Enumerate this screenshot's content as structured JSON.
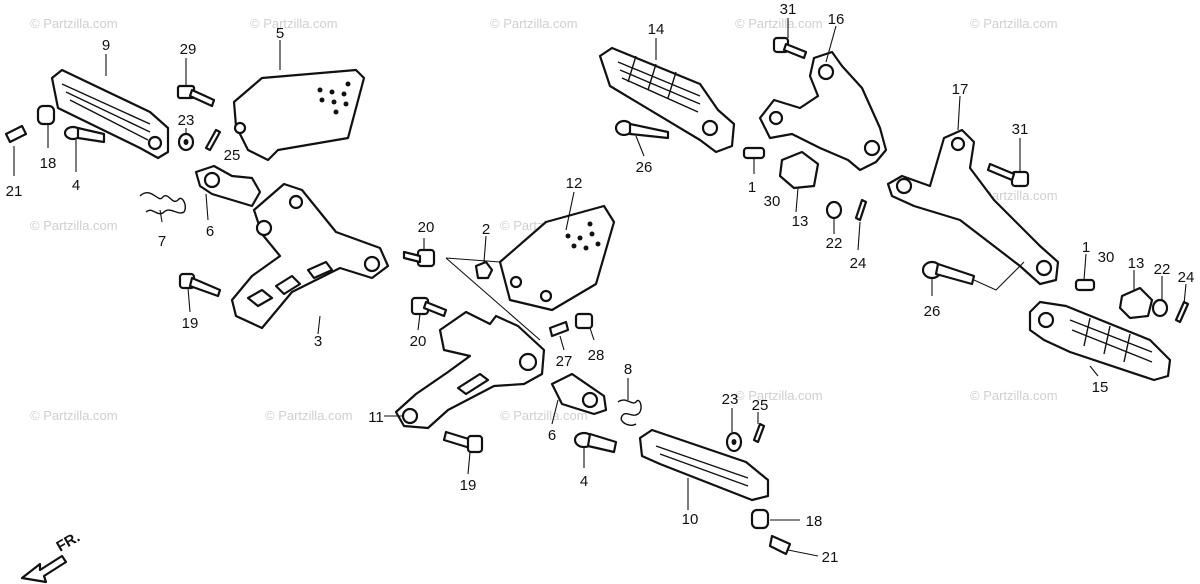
{
  "watermark": "© Partzilla.com",
  "direction_label": "FR.",
  "callouts": {
    "c9": "9",
    "c29a": "29",
    "c5": "5",
    "c23a": "23",
    "c25a": "25",
    "c18a": "18",
    "c21a": "21",
    "c4a": "4",
    "c7": "7",
    "c6a": "6",
    "c19a": "19",
    "c3": "3",
    "c20a": "20",
    "c20b": "20",
    "c2": "2",
    "c12": "12",
    "c27": "27",
    "c28": "28",
    "c11": "11",
    "c6b": "6",
    "c8": "8",
    "c4b": "4",
    "c19b": "19",
    "c23b": "23",
    "c25b": "25",
    "c10": "10",
    "c18b": "18",
    "c21b": "21",
    "c14": "14",
    "c26a": "26",
    "c31a": "31",
    "c16": "16",
    "c1a": "1",
    "c30a": "30",
    "c13a": "13",
    "c22a": "22",
    "c24a": "24",
    "c17": "17",
    "c31b": "31",
    "c1b": "1",
    "c30b": "30",
    "c13b": "13",
    "c22b": "22",
    "c24b": "24",
    "c26b": "26",
    "c15": "15"
  }
}
